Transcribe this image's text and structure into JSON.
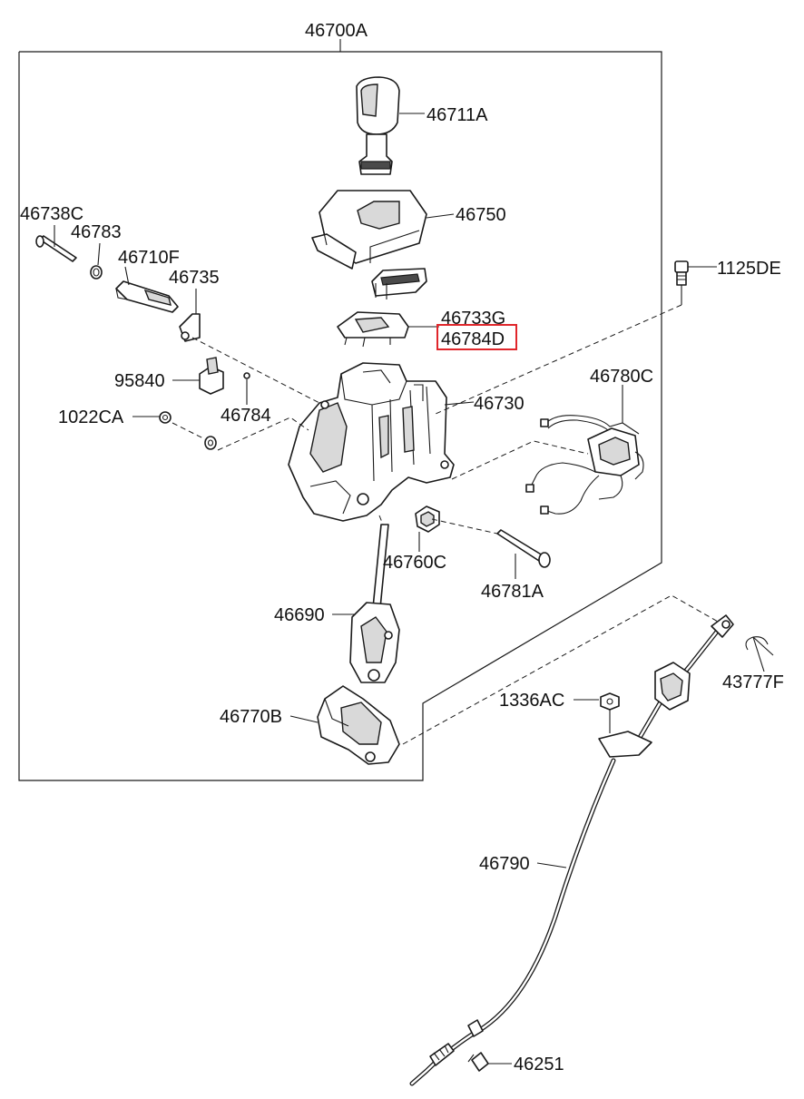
{
  "labels": {
    "assembly": "46700A",
    "knob": "46711A",
    "indicator_cover": "46750",
    "pin": "46738C",
    "spring": "46783",
    "lever": "46710F",
    "bracket": "46735",
    "slider_top": "46733G",
    "slider_highlighted": "46784D",
    "bolt": "1125DE",
    "switch": "95840",
    "pin_small": "46784",
    "body": "46730",
    "bushing": "1022CA",
    "harness": "46780C",
    "clip": "46760C",
    "long_pin": "46781A",
    "shaft": "46690",
    "base": "46770B",
    "nut": "1336AC",
    "cable_clip": "43777F",
    "cable": "46790",
    "retainer": "46251"
  },
  "highlight": {
    "target": "46784D",
    "color": "#e0262b"
  }
}
